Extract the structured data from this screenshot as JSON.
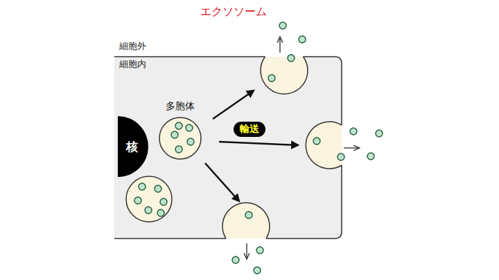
{
  "diagram": {
    "nodes": [
      {
        "text": [
          "核"
        ]
      },
      {
        "text": [
          "多胞体"
        ]
      },
      {
        "text": [
          "輸送"
        ]
      }
    ],
    "labels": [
      "エクソソーム",
      "細胞外",
      "細胞内"
    ]
  }
}
